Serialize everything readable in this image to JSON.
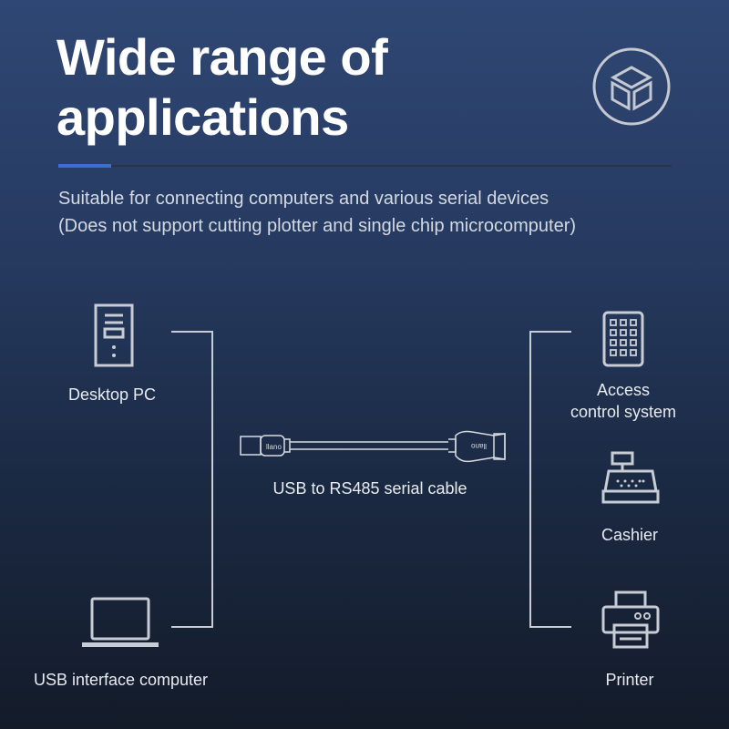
{
  "title_line1": "Wide range of",
  "title_line2": "applications",
  "subtitle_line1": "Suitable for connecting computers and various serial devices",
  "subtitle_line2": "(Does not support cutting plotter and single chip microcomputer)",
  "cable": {
    "label": "USB to RS485 serial cable",
    "logo_text": "llano"
  },
  "left_devices": [
    {
      "label": "Desktop PC",
      "icon": "desktop-tower-icon"
    },
    {
      "label": "USB interface computer",
      "icon": "laptop-icon"
    }
  ],
  "right_devices": [
    {
      "label_line1": "Access",
      "label_line2": "control system",
      "icon": "keypad-icon"
    },
    {
      "label": "Cashier",
      "icon": "cash-register-icon"
    },
    {
      "label": "Printer",
      "icon": "printer-icon"
    }
  ],
  "badge_icon": "cube-icon",
  "colors": {
    "accent": "#3c6fd6",
    "line": "#c8ccd4"
  }
}
